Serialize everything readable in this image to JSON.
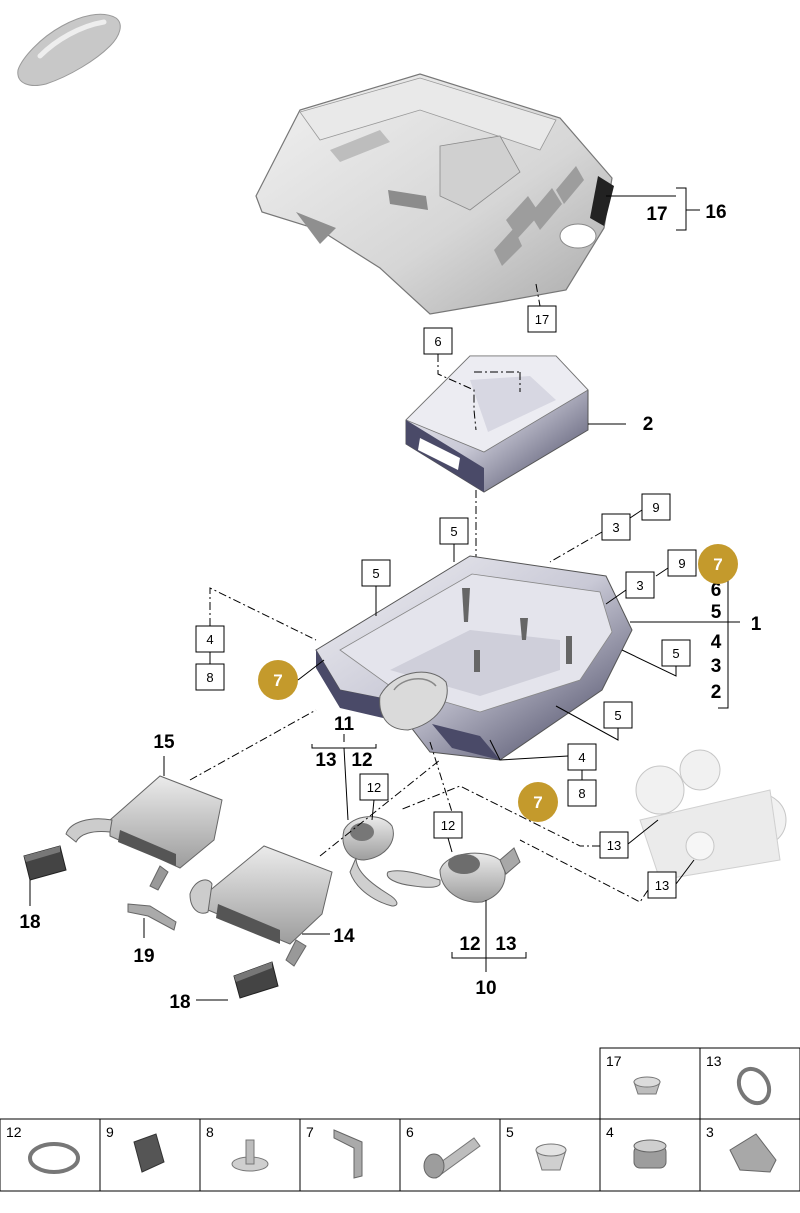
{
  "diagram": {
    "callouts": {
      "c16": "16",
      "c17": "17",
      "c2": "2",
      "c1": "1",
      "c6r": "6",
      "c5r": "5",
      "c4r": "4",
      "c3r": "3",
      "c2r": "2",
      "c11": "11",
      "c13a": "13",
      "c12a": "12",
      "c15": "15",
      "c14": "14",
      "c18a": "18",
      "c18b": "18",
      "c19": "19",
      "c10": "10",
      "c12b": "12",
      "c13b": "13"
    },
    "boxed": {
      "b17": "17",
      "b6": "6",
      "b5a": "5",
      "b5b": "5",
      "b9a": "9",
      "b3a": "3",
      "b9b": "9",
      "b3b": "3",
      "b4a": "4",
      "b8a": "8",
      "b5c": "5",
      "b5d": "5",
      "b4b": "4",
      "b8b": "8",
      "b12a": "12",
      "b12b": "12",
      "b13a": "13",
      "b13b": "13"
    },
    "badges": {
      "g1": "7",
      "g2": "7",
      "g3": "7"
    },
    "badge_color": "#c49a2c"
  },
  "parts_table": {
    "top_row": [
      "17",
      "13"
    ],
    "bottom_row": [
      "12",
      "9",
      "8",
      "7",
      "6",
      "5",
      "4",
      "3"
    ]
  }
}
